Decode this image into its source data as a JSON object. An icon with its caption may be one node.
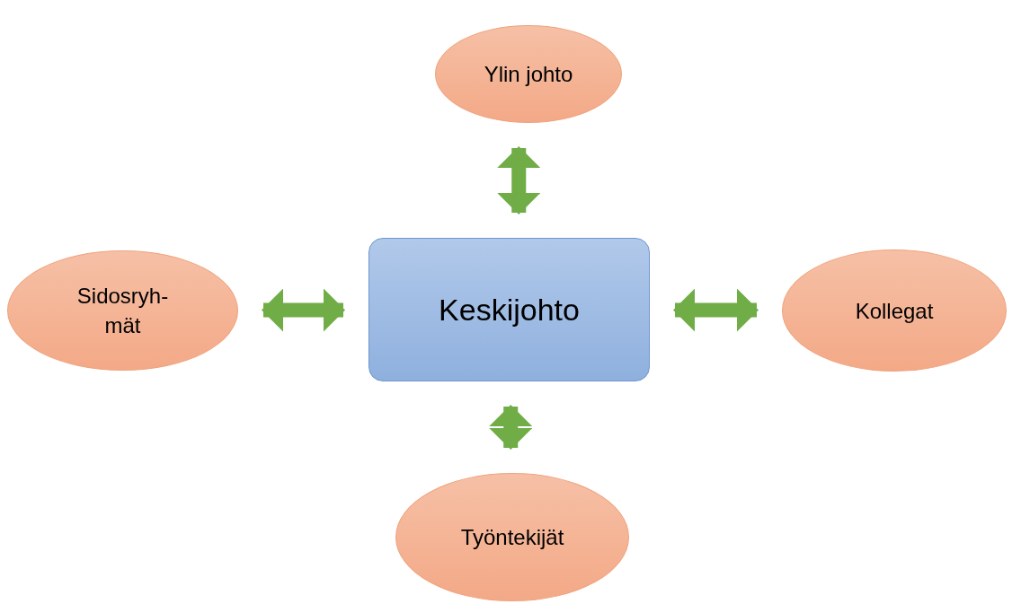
{
  "diagram": {
    "nodes": [
      {
        "text": [
          "Keskijohto"
        ]
      },
      {
        "text": [
          "Ylin johto"
        ]
      },
      {
        "text": [
          "Sidosryh-mät"
        ]
      },
      {
        "text": [
          "Kollegat"
        ]
      },
      {
        "text": [
          "Työntekijät"
        ]
      }
    ],
    "edges": [
      {
        "from": 0,
        "to": 1,
        "arrow": "both"
      },
      {
        "from": 0,
        "to": 2,
        "arrow": "both"
      },
      {
        "from": 0,
        "to": 3,
        "arrow": "both"
      },
      {
        "from": 0,
        "to": 4,
        "arrow": "both"
      }
    ]
  }
}
